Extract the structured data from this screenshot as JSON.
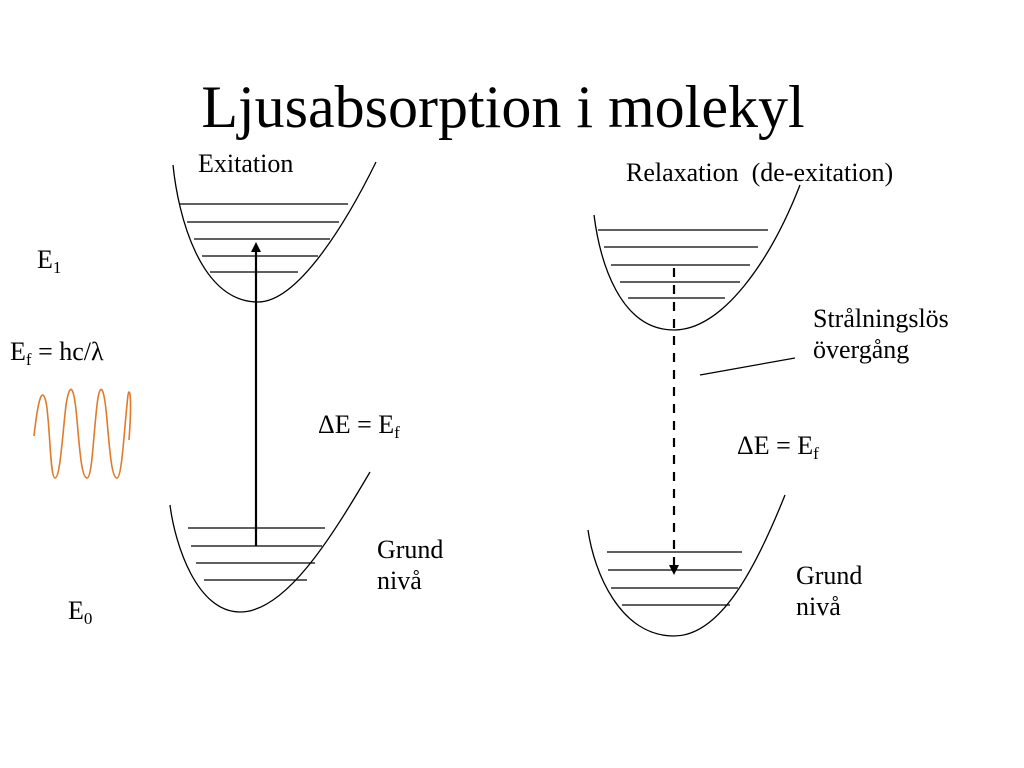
{
  "slide": {
    "title": "Ljusabsorption i molekyl"
  },
  "left_panel": {
    "heading": "Exitation",
    "upper_level": {
      "symbol": "E",
      "subscript": "1"
    },
    "lower_level": {
      "symbol": "E",
      "subscript": "0"
    },
    "photon_energy": {
      "lhs": "E",
      "subscript": "f",
      "rhs": "= hc/λ"
    },
    "energy_gap": {
      "lhs": "ΔE = E",
      "subscript": "f"
    },
    "ground_label": {
      "line1": "Grund",
      "line2": "nivå"
    },
    "transition": "solid-arrow-up"
  },
  "right_panel": {
    "heading": "Relaxation  (de-exitation)",
    "nonradiative_label": {
      "line1": "Strålningslös",
      "line2": "övergång"
    },
    "energy_gap": {
      "lhs": "ΔE = E",
      "subscript": "f"
    },
    "ground_label": {
      "line1": "Grund",
      "line2": "nivå"
    },
    "transition": "dashed-arrow-down"
  },
  "colors": {
    "text": "#000000",
    "lines": "#000000",
    "photon_wave": "#e07b2a",
    "background": "#ffffff"
  }
}
